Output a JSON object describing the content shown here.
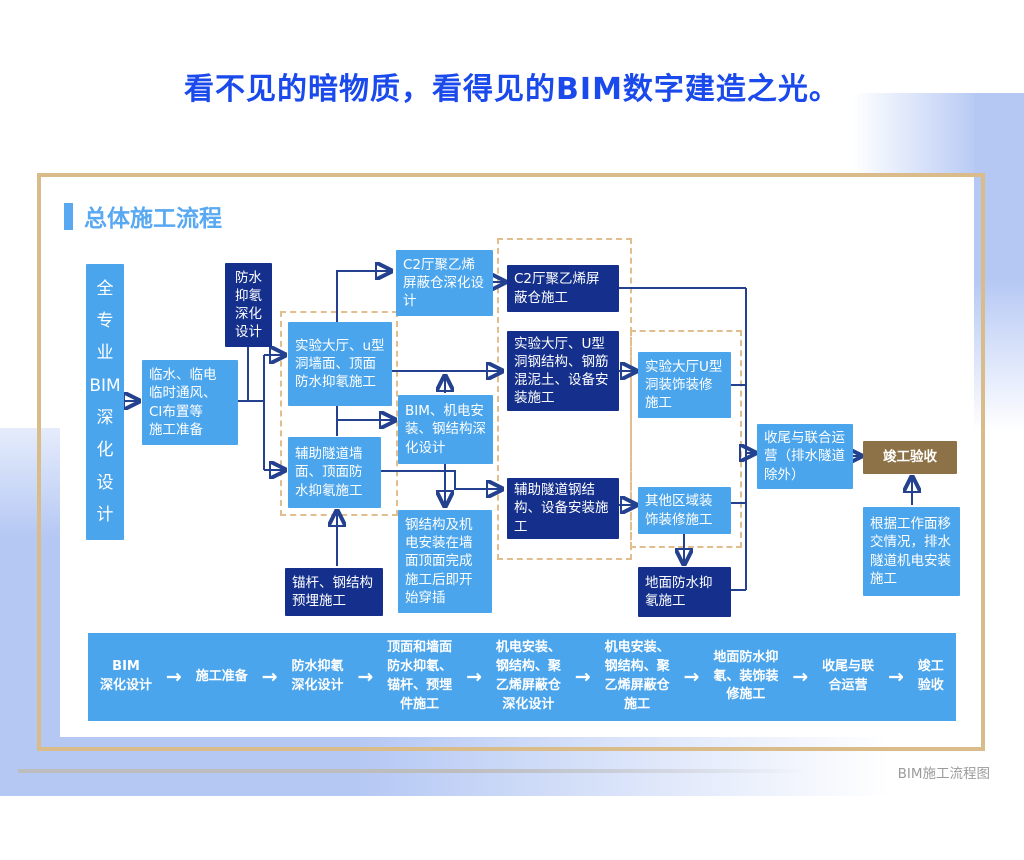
{
  "page": {
    "title": "看不见的暗物质，看得见的BIM数字建造之光。",
    "footer_caption": "BIM施工流程图"
  },
  "panel": {
    "heading": "总体施工流程"
  },
  "flowchart": {
    "vertical_box": "全\n专\n业\nBIM\n深\n化\n设\n计",
    "boxes": [
      {
        "name": "construction-prep",
        "text": "临水、临电\n临时通风、\nCI布置等\n施工准备"
      },
      {
        "name": "waterproof-radon-design",
        "text": "防水\n抑氡\n深化\n设计"
      },
      {
        "name": "c2-polyethylene-design",
        "text": "C2厅聚乙烯屏蔽仓深化设计"
      },
      {
        "name": "hall-wall-waterproof-build",
        "text": "实验大厅、u型洞墙面、顶面防水抑氡施工"
      },
      {
        "name": "aux-tunnel-waterproof-build",
        "text": "辅助隧道墙面、顶面防水抑氡施工"
      },
      {
        "name": "bim-mep-steel-design",
        "text": "BIM、机电安装、钢结构深化设计"
      },
      {
        "name": "steel-mep-interleave",
        "text": "钢结构及机电安装在墙面顶面完成施工后即开始穿插"
      },
      {
        "name": "anchor-embed-build",
        "text": "锚杆、钢结构预埋施工"
      },
      {
        "name": "c2-polyethylene-build",
        "text": "C2厅聚乙烯屏蔽仓施工"
      },
      {
        "name": "hall-steel-equipment-build",
        "text": "实验大厅、U型洞钢结构、钢筋混泥土、设备安装施工"
      },
      {
        "name": "aux-tunnel-steel-build",
        "text": "辅助隧道钢结构、设备安装施工"
      },
      {
        "name": "hall-decoration-build",
        "text": "实验大厅U型洞装饰装修施工"
      },
      {
        "name": "other-area-decoration-build",
        "text": "其他区域装饰装修施工"
      },
      {
        "name": "ground-waterproof-build",
        "text": "地面防水抑氡施工"
      },
      {
        "name": "closeout-joint-operation",
        "text": "收尾与联合运营（排水隧道除外）"
      },
      {
        "name": "completion-acceptance",
        "text": "竣工验收"
      },
      {
        "name": "drainage-tunnel-mep",
        "text": "根据工作面移交情况，排水隧道机电安装施工"
      }
    ]
  },
  "bottom_bar": {
    "arrow": "→",
    "steps": [
      "BIM\n深化设计",
      "施工准备",
      "防水抑氡\n深化设计",
      "顶面和墙面\n防水抑氡、\n锚杆、预埋\n件施工",
      "机电安装、\n钢结构、聚\n乙烯屏蔽仓\n深化设计",
      "机电安装、\n钢结构、聚\n乙烯屏蔽仓\n施工",
      "地面防水抑\n氡、装饰装\n修施工",
      "收尾与联\n合运营",
      "竣工\n验收"
    ]
  },
  "colors": {
    "title-blue": "#1A49EC",
    "heading-blue": "#58A9F2",
    "light-box": "#4BA5EC",
    "dark-box": "#14308C",
    "brown-box": "#8E7247",
    "connector": "#23418F",
    "frame-tan": "#D9BC8A",
    "dashed-tan": "#E2BE8F",
    "corner-periwinkle": "#B5C8F4",
    "caption-gray": "#9B9B9B"
  }
}
